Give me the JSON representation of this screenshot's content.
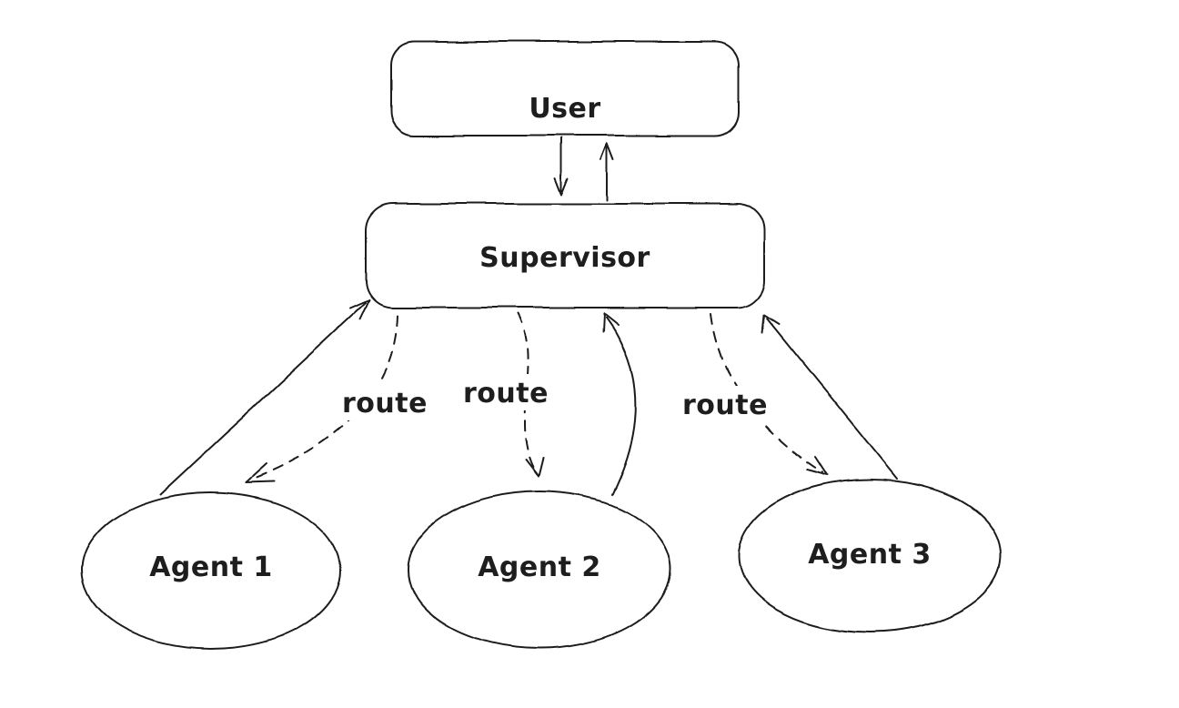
{
  "canvas": {
    "background_color": "#ffffff",
    "stroke_color": "#1e1e1e",
    "style": "hand-drawn whiteboard diagram"
  },
  "nodes": {
    "user": {
      "label": "User",
      "shape": "rounded-rectangle"
    },
    "supervisor": {
      "label": "Supervisor",
      "shape": "rounded-rectangle"
    },
    "agent1": {
      "label": "Agent 1",
      "shape": "ellipse"
    },
    "agent2": {
      "label": "Agent 2",
      "shape": "ellipse"
    },
    "agent3": {
      "label": "Agent 3",
      "shape": "ellipse"
    }
  },
  "edge_labels": {
    "route_to_agent1": "route",
    "route_to_agent2": "route",
    "route_to_agent3": "route"
  },
  "edges": [
    {
      "from": "User",
      "to": "Supervisor",
      "style": "solid-arrow",
      "label": ""
    },
    {
      "from": "Supervisor",
      "to": "User",
      "style": "solid-arrow",
      "label": ""
    },
    {
      "from": "Supervisor",
      "to": "Agent 1",
      "style": "dashed-arrow",
      "label": "route"
    },
    {
      "from": "Agent 1",
      "to": "Supervisor",
      "style": "solid-arrow",
      "label": ""
    },
    {
      "from": "Supervisor",
      "to": "Agent 2",
      "style": "dashed-arrow",
      "label": "route"
    },
    {
      "from": "Agent 2",
      "to": "Supervisor",
      "style": "solid-arrow",
      "label": ""
    },
    {
      "from": "Supervisor",
      "to": "Agent 3",
      "style": "dashed-arrow",
      "label": "route"
    },
    {
      "from": "Agent 3",
      "to": "Supervisor",
      "style": "solid-arrow",
      "label": ""
    }
  ]
}
